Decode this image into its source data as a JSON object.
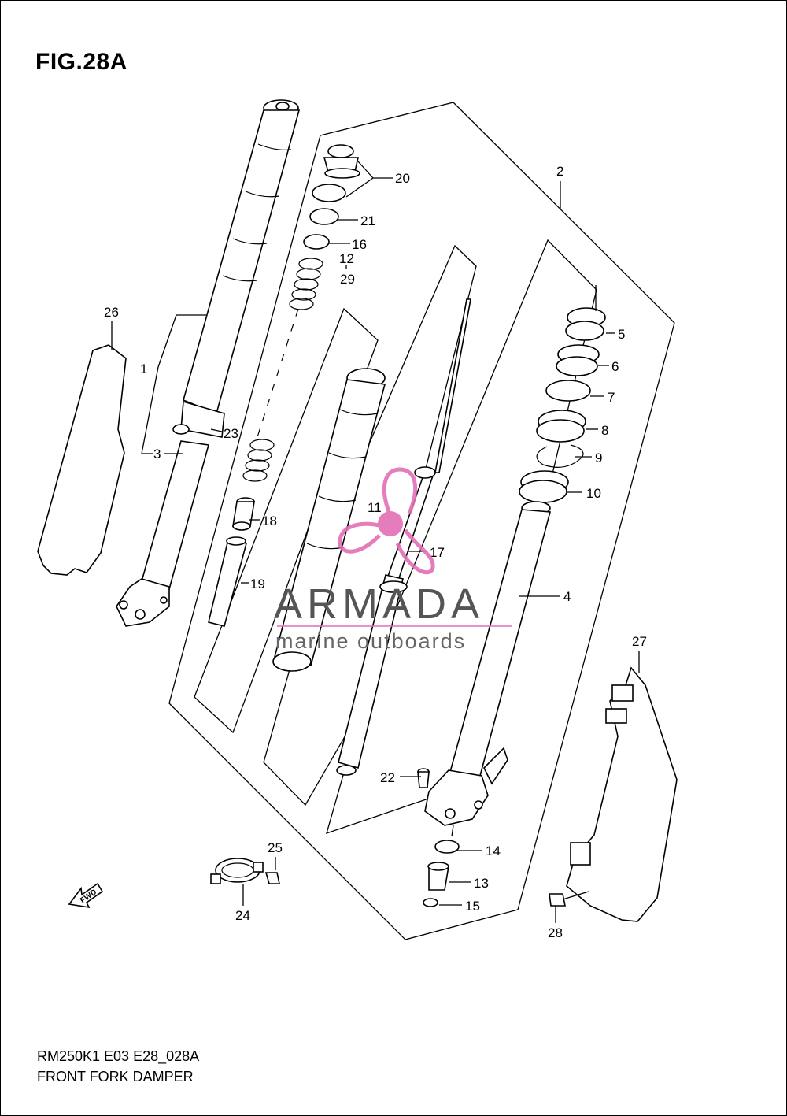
{
  "title": "FIG.28A",
  "footer": {
    "code": "RM250K1 E03 E28_028A",
    "name": "FRONT FORK DAMPER"
  },
  "callouts": [
    "1",
    "2",
    "3",
    "4",
    "5",
    "6",
    "7",
    "8",
    "9",
    "10",
    "11",
    "12",
    "13",
    "14",
    "15",
    "16",
    "17",
    "18",
    "19",
    "20",
    "21",
    "22",
    "23",
    "24",
    "25",
    "26",
    "27",
    "28",
    "29"
  ],
  "direction_arrow": "FWD",
  "watermark": {
    "brand": "ARMADA",
    "tagline": "marine outboards",
    "logo_color": "#e36fb5"
  }
}
